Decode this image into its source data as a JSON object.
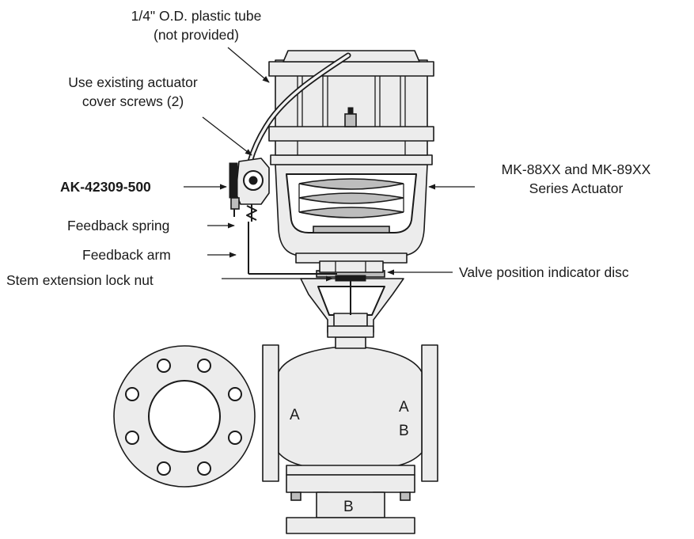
{
  "labels": {
    "tube_line1": "1/4\" O.D. plastic tube",
    "tube_line2": "(not provided)",
    "screws_line1": "Use existing actuator",
    "screws_line2": "cover screws (2)",
    "part_number": "AK-42309-500",
    "feedback_spring": "Feedback spring",
    "feedback_arm": "Feedback arm",
    "lock_nut": "Stem extension lock nut",
    "actuator_line1": "MK-88XX and MK-89XX",
    "actuator_line2": "Series Actuator",
    "indicator_disc": "Valve position indicator disc"
  },
  "ports": {
    "left": "A",
    "right_top": "A",
    "right_bottom": "B",
    "bottom": "B"
  }
}
